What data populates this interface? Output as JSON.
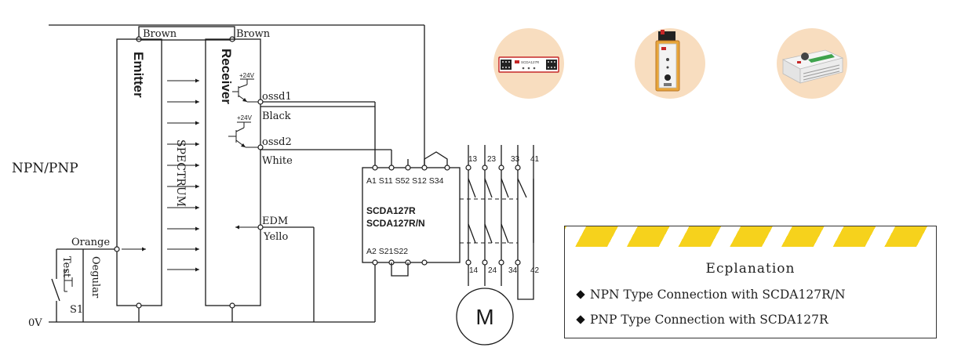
{
  "labels": {
    "emitter": "Emitter",
    "receiver": "Receiver",
    "spectrum": "SPECTRUM",
    "npn_pnp": "NPN/PNP",
    "brown_left": "Brown",
    "brown_right": "Brown",
    "ossd1": "ossd1",
    "black": "Black",
    "ossd2": "ossd2",
    "white": "White",
    "edm": "EDM",
    "yello": "Yello",
    "orange": "Orange",
    "test": "Test",
    "oegular": "Oegular",
    "s1": "S1",
    "zero_v": "0V",
    "v24_top": "+24V",
    "v24_bottom": "+24V",
    "motor": "M"
  },
  "relay": {
    "model_line1": "SCDA127R",
    "model_line2": "SCDA127R/N",
    "top_terminals": "A1 S11 S52 S12 S34",
    "bottom_terminals": "A2  S21S22",
    "contacts_top": [
      "13",
      "23",
      "33",
      "41"
    ],
    "contacts_bottom": [
      "14",
      "24",
      "34",
      "42"
    ]
  },
  "products": [
    {
      "name": "scda127r-din-module",
      "label": "SCDA127R"
    },
    {
      "name": "din-rail-relay-unit",
      "label": ""
    },
    {
      "name": "enclosed-controller-box",
      "label": ""
    }
  ],
  "legend": {
    "title": "Ecplanation",
    "items": [
      "NPN Type Connection with SCDA127R/N",
      "PNP Type Connection with SCDA127R"
    ]
  },
  "colors": {
    "stripe_yellow": "#f6d21c",
    "thumb_bg": "#f8ddbf",
    "line": "#1a1a1a"
  }
}
